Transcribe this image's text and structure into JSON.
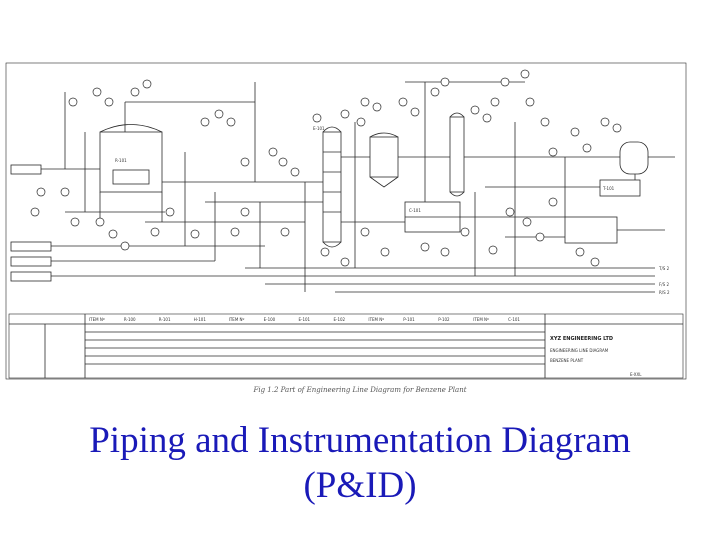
{
  "title": {
    "line1": "Piping and Instrumentation Diagram",
    "line2": "(P&ID)"
  },
  "drawing": {
    "caption": "Fig 1.2  Part of Engineering Line Diagram for Benzene Plant",
    "company": "XYZ ENGINEERING LTD",
    "sheet_title": "ENGINEERING LINE DIAGRAM",
    "plant": "BENZENE PLANT",
    "drawing_no": "E-XXL",
    "table_headers": [
      "ITEM Nº",
      "R-100",
      "R-101",
      "H-101",
      "ITEM Nº",
      "E-100",
      "E-101",
      "E-102",
      "ITEM Nº",
      "P-101",
      "P-102",
      "ITEM Nº",
      "C-101"
    ],
    "offsheet_labels": [
      "T/S 2",
      "F/S 2",
      "R/S 2"
    ],
    "vessels": [
      "R-101",
      "E-101",
      "C-101",
      "T-101"
    ],
    "line_colour": "#2a2a2a"
  }
}
